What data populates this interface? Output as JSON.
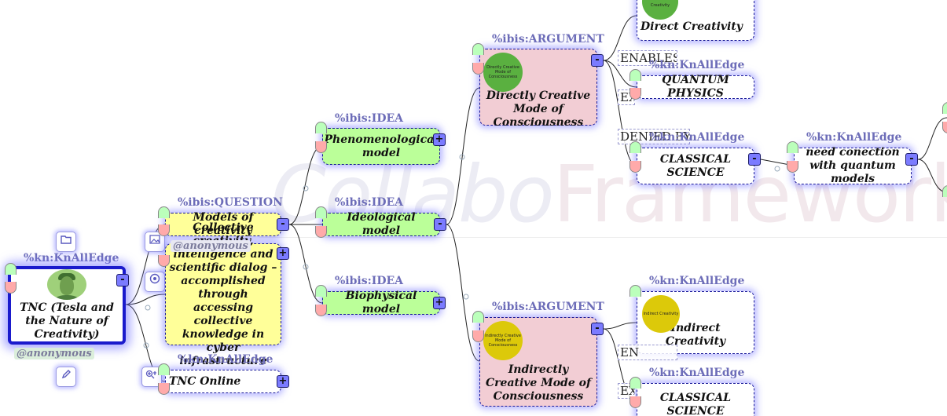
{
  "watermark": {
    "part1": "Collabo",
    "part2": "Framework"
  },
  "user": "@anonymous",
  "type_labels": {
    "kn_edge": "%kn:KnAllEdge",
    "question": "%ibis:QUESTION",
    "idea": "%ibis:IDEA",
    "argument": "%ibis:ARGUMENT"
  },
  "toggles": {
    "expand": "+",
    "collapse": "-"
  },
  "nodes": {
    "root": "TNC (Tesla and the Nature of Creativity)",
    "models": "Models of creativity",
    "collective": "Collective creativity, intelligence and scientific dialog – accomplished through accessing collective knowledge in cyber infrastructure",
    "tnc_online": "TNC Online",
    "phenomenological": "Phenomenological model",
    "ideological": "Ideological model",
    "biophysical": "Biophysical model",
    "directly": "Directly Creative Mode of Consciousness",
    "directly_img": "Directly Creative Mode of Consciousness",
    "indirectly": "Indirectly Creative Mode of Consciousness",
    "indirectly_img": "Indirectly Creative Mode of Consciousness",
    "direct_creativity": "Direct Creativity",
    "direct_creativity_img": "Creativity",
    "quantum_physics": "QUANTUM PHYSICS",
    "classical_science": "CLASSICAL SCIENCE",
    "need_connection": "need conection with quantum models",
    "indirect_creativity": "Indirect Creativity",
    "indirect_creativity_img": "Indirect Creativity",
    "classical_science_2": "CLASSICAL SCIENCE"
  },
  "edges": {
    "enables": "ENABLES",
    "ex": "EX",
    "denied_by": "DENIED BY",
    "en_trunc": "EN",
    "ex_trunc": "EX"
  },
  "icons": {
    "folder": "folder-icon",
    "image": "image-icon",
    "add": "add-circle-icon",
    "edit": "pencil-icon",
    "search_add": "zoom-plus-icon"
  }
}
